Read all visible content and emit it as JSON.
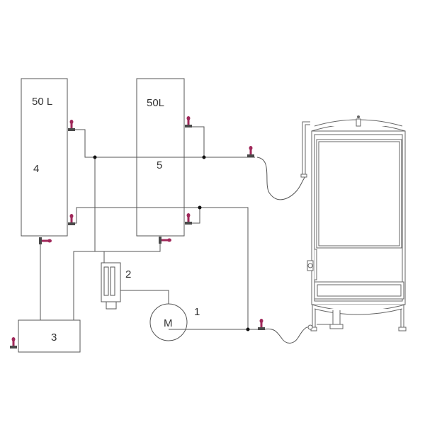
{
  "diagram": {
    "labels": {
      "tank_left_volume": "50 L",
      "tank_left_number": "4",
      "tank_mid_volume": "50L",
      "tank_mid_number": "5",
      "filter_number": "2",
      "motor_symbol": "M",
      "motor_number": "1",
      "base_tank_number": "3"
    },
    "colors": {
      "line": "#555555",
      "valve_handle": "#a0285a",
      "valve_body": "#4a4a4a",
      "junction": "#111111"
    },
    "icons": [
      "valve-icon",
      "motor-icon",
      "filter-icon",
      "vessel-icon"
    ]
  }
}
